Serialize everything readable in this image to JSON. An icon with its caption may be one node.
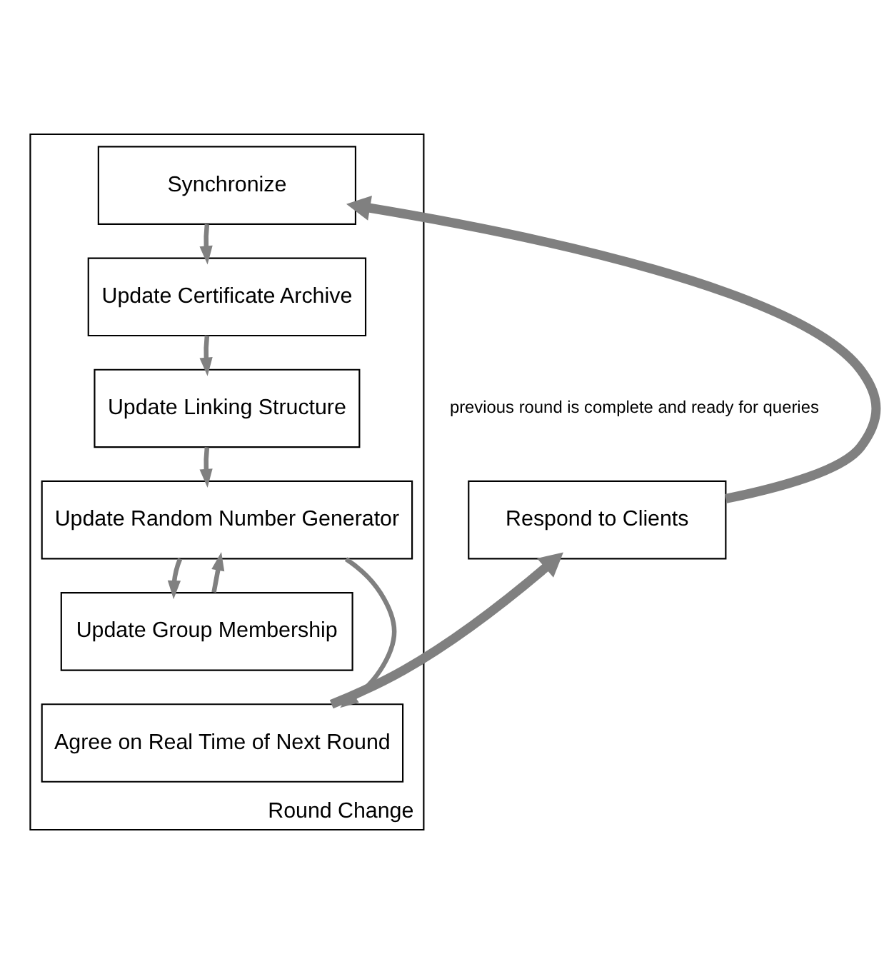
{
  "diagram": {
    "nodes": [
      {
        "text": [
          "Round Change"
        ]
      },
      {
        "text": [
          "Synchronize"
        ],
        "in": 0
      },
      {
        "text": [
          "Update Certificate Archive"
        ],
        "in": 0
      },
      {
        "text": [
          "Update Linking Structure"
        ],
        "in": 0
      },
      {
        "text": [
          "Update Random Number Generator"
        ],
        "in": 0
      },
      {
        "text": [
          "Update Group Membership"
        ],
        "in": 0
      },
      {
        "text": [
          "Agree on Real Time of Next Round"
        ],
        "in": 0
      },
      {
        "text": [
          "Respond to Clients"
        ]
      }
    ],
    "edges": [
      {
        "from": 1,
        "to": 2,
        "arrow": "to"
      },
      {
        "from": 2,
        "to": 3,
        "arrow": "to"
      },
      {
        "from": 3,
        "to": 4,
        "arrow": "to"
      },
      {
        "from": 4,
        "to": 5,
        "arrow": "to"
      },
      {
        "from": 5,
        "to": 4,
        "arrow": "to"
      },
      {
        "from": 4,
        "to": 6,
        "arrow": "to"
      },
      {
        "from": 6,
        "to": 7,
        "arrow": "to",
        "style": "thick"
      },
      {
        "from": 7,
        "to": 1,
        "arrow": "to",
        "style": "thick"
      }
    ],
    "labels": [
      "previous round is complete and ready for queries"
    ]
  }
}
